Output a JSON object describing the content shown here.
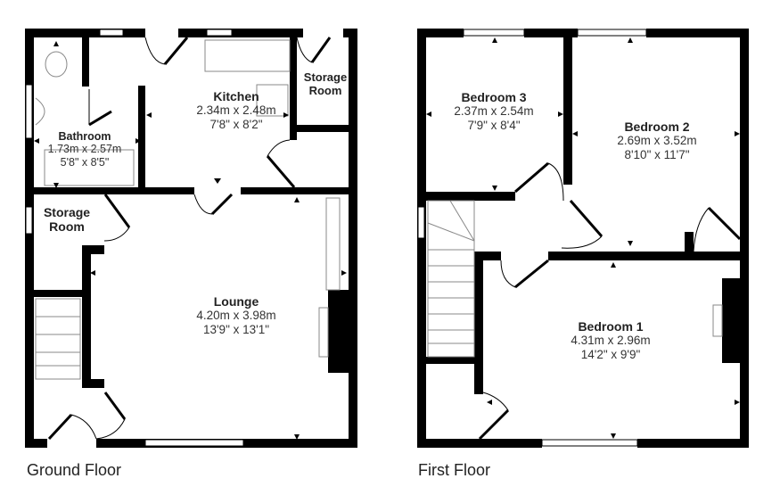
{
  "floors": [
    {
      "caption": "Ground Floor",
      "rooms": [
        {
          "name": "Kitchen",
          "metric": "2.34m x 2.48m",
          "imperial": "7'8\" x 8'2\""
        },
        {
          "name": "Storage Room",
          "metric": "",
          "imperial": ""
        },
        {
          "name": "Bathroom",
          "metric": "1.73m x 2.57m",
          "imperial": "5'8\" x 8'5\""
        },
        {
          "name": "Storage Room",
          "metric": "",
          "imperial": ""
        },
        {
          "name": "Lounge",
          "metric": "4.20m x 3.98m",
          "imperial": "13'9\" x 13'1\""
        }
      ]
    },
    {
      "caption": "First Floor",
      "rooms": [
        {
          "name": "Bedroom 3",
          "metric": "2.37m x 2.54m",
          "imperial": "7'9\" x 8'4\""
        },
        {
          "name": "Bedroom 2",
          "metric": "2.69m x 3.52m",
          "imperial": "8'10\" x 11'7\""
        },
        {
          "name": "Bedroom 1",
          "metric": "4.31m x 2.96m",
          "imperial": "14'2\" x 9'9\""
        }
      ]
    }
  ],
  "colors": {
    "wall": "#000000",
    "background": "#ffffff",
    "fixture": "#888888"
  }
}
